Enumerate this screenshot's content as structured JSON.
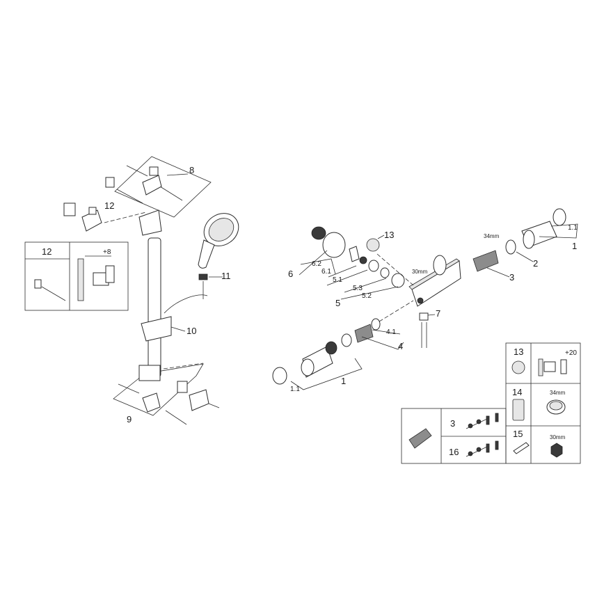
{
  "labels": {
    "p1a": "1",
    "p1b": "1",
    "p1_1a": "1.1",
    "p1_1b": "1.1",
    "p2": "2",
    "p3": "3",
    "p4": "4",
    "p4_1": "4.1",
    "p5": "5",
    "p5_1": "5.1",
    "p5_2": "5.2",
    "p5_3": "5.3",
    "p6": "6",
    "p6_1": "6.1",
    "p6_2": "6.2",
    "p7": "7",
    "p8": "8",
    "p9": "9",
    "p10": "10",
    "p11": "11",
    "p12": "12",
    "p13": "13",
    "dim34": "34mm",
    "dim30": "30mm"
  },
  "inset12": {
    "num": "12",
    "dim": "+8"
  },
  "spares": {
    "s13": "13",
    "s13_dim": "+20",
    "s14": "14",
    "s14_dim": "34mm",
    "s15": "15",
    "s15_dim": "30mm",
    "s3": "3",
    "s16": "16"
  }
}
